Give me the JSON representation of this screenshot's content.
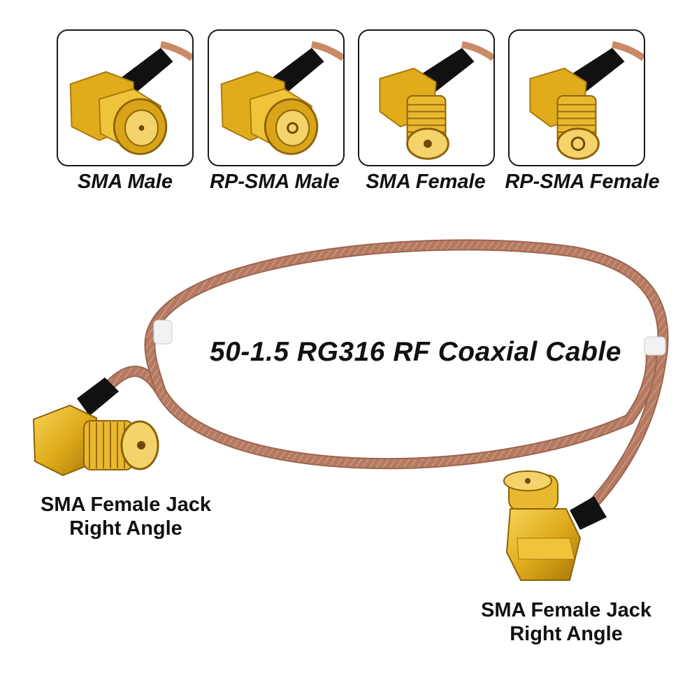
{
  "connector_types": [
    {
      "label": "SMA Male"
    },
    {
      "label": "RP-SMA Male"
    },
    {
      "label": "SMA Female"
    },
    {
      "label": "RP-SMA Female"
    }
  ],
  "product": {
    "title": "50-1.5 RG316 RF Coaxial Cable"
  },
  "ends": {
    "left": {
      "line1": "SMA Female Jack",
      "line2": "Right Angle"
    },
    "right": {
      "line1": "SMA Female Jack",
      "line2": "Right Angle"
    }
  },
  "colors": {
    "cable": "#b57a62",
    "gold": "#e2b21f",
    "heatshrink": "#111111",
    "border": "#1a1a1a"
  }
}
